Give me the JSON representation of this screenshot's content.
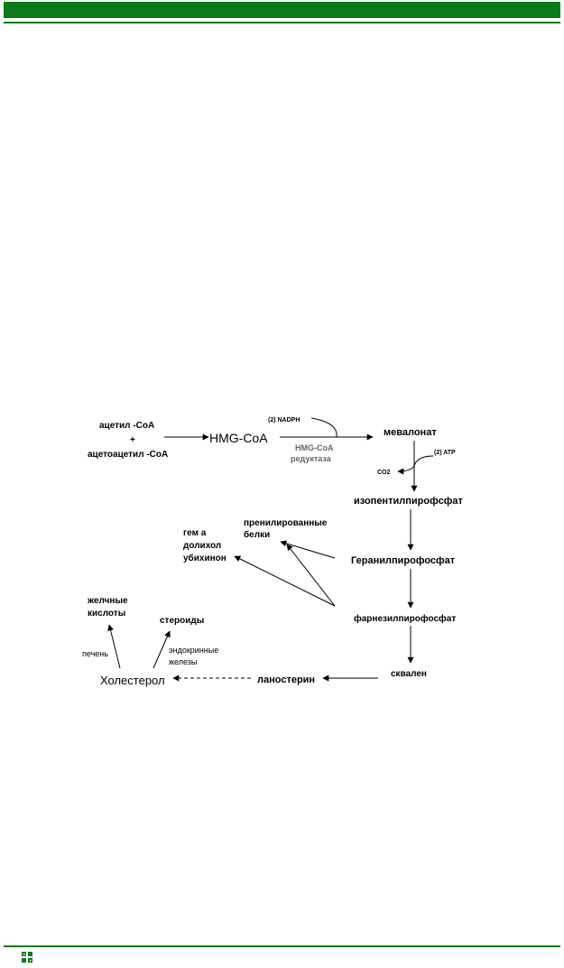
{
  "colors": {
    "band": "#0b7a1a",
    "ink": "#000000",
    "note": "#666666"
  },
  "nodes": {
    "acetyl_coa": "ацетил -CoA",
    "plus": "+",
    "acetoacetyl_coa": "ацетоацетил -CoA",
    "hmg_coa": "HMG-CoA",
    "mevalonate": "мевалонат",
    "isopentenyl_pp": "изопентилпирофсфат",
    "geranyl_pp": "Геранилпирофосфат",
    "farnesyl_pp": "фарнезилпирофосфат",
    "squalene": "сквален",
    "lanosterol": "ланостерин",
    "cholesterol": "Холестерол",
    "prenylated_line1": "пренилированные",
    "prenylated_line2": "белки",
    "heme": "гем а",
    "dolichol": "долихол",
    "ubiquinone": "убихинон",
    "bile_line1": "желчные",
    "bile_line2": "кислоты",
    "steroids": "стероиды"
  },
  "annotations": {
    "nadph": "(2) NADPH",
    "enzyme_line1": "HMG-CoA",
    "enzyme_line2": "редуктаза",
    "atp": "(2) ATP",
    "co2": "CO2",
    "liver": "печень",
    "endocrine_line1": "эндокринные",
    "endocrine_line2": "железы"
  },
  "icons": {
    "footer": "publisher-logo-icon"
  }
}
